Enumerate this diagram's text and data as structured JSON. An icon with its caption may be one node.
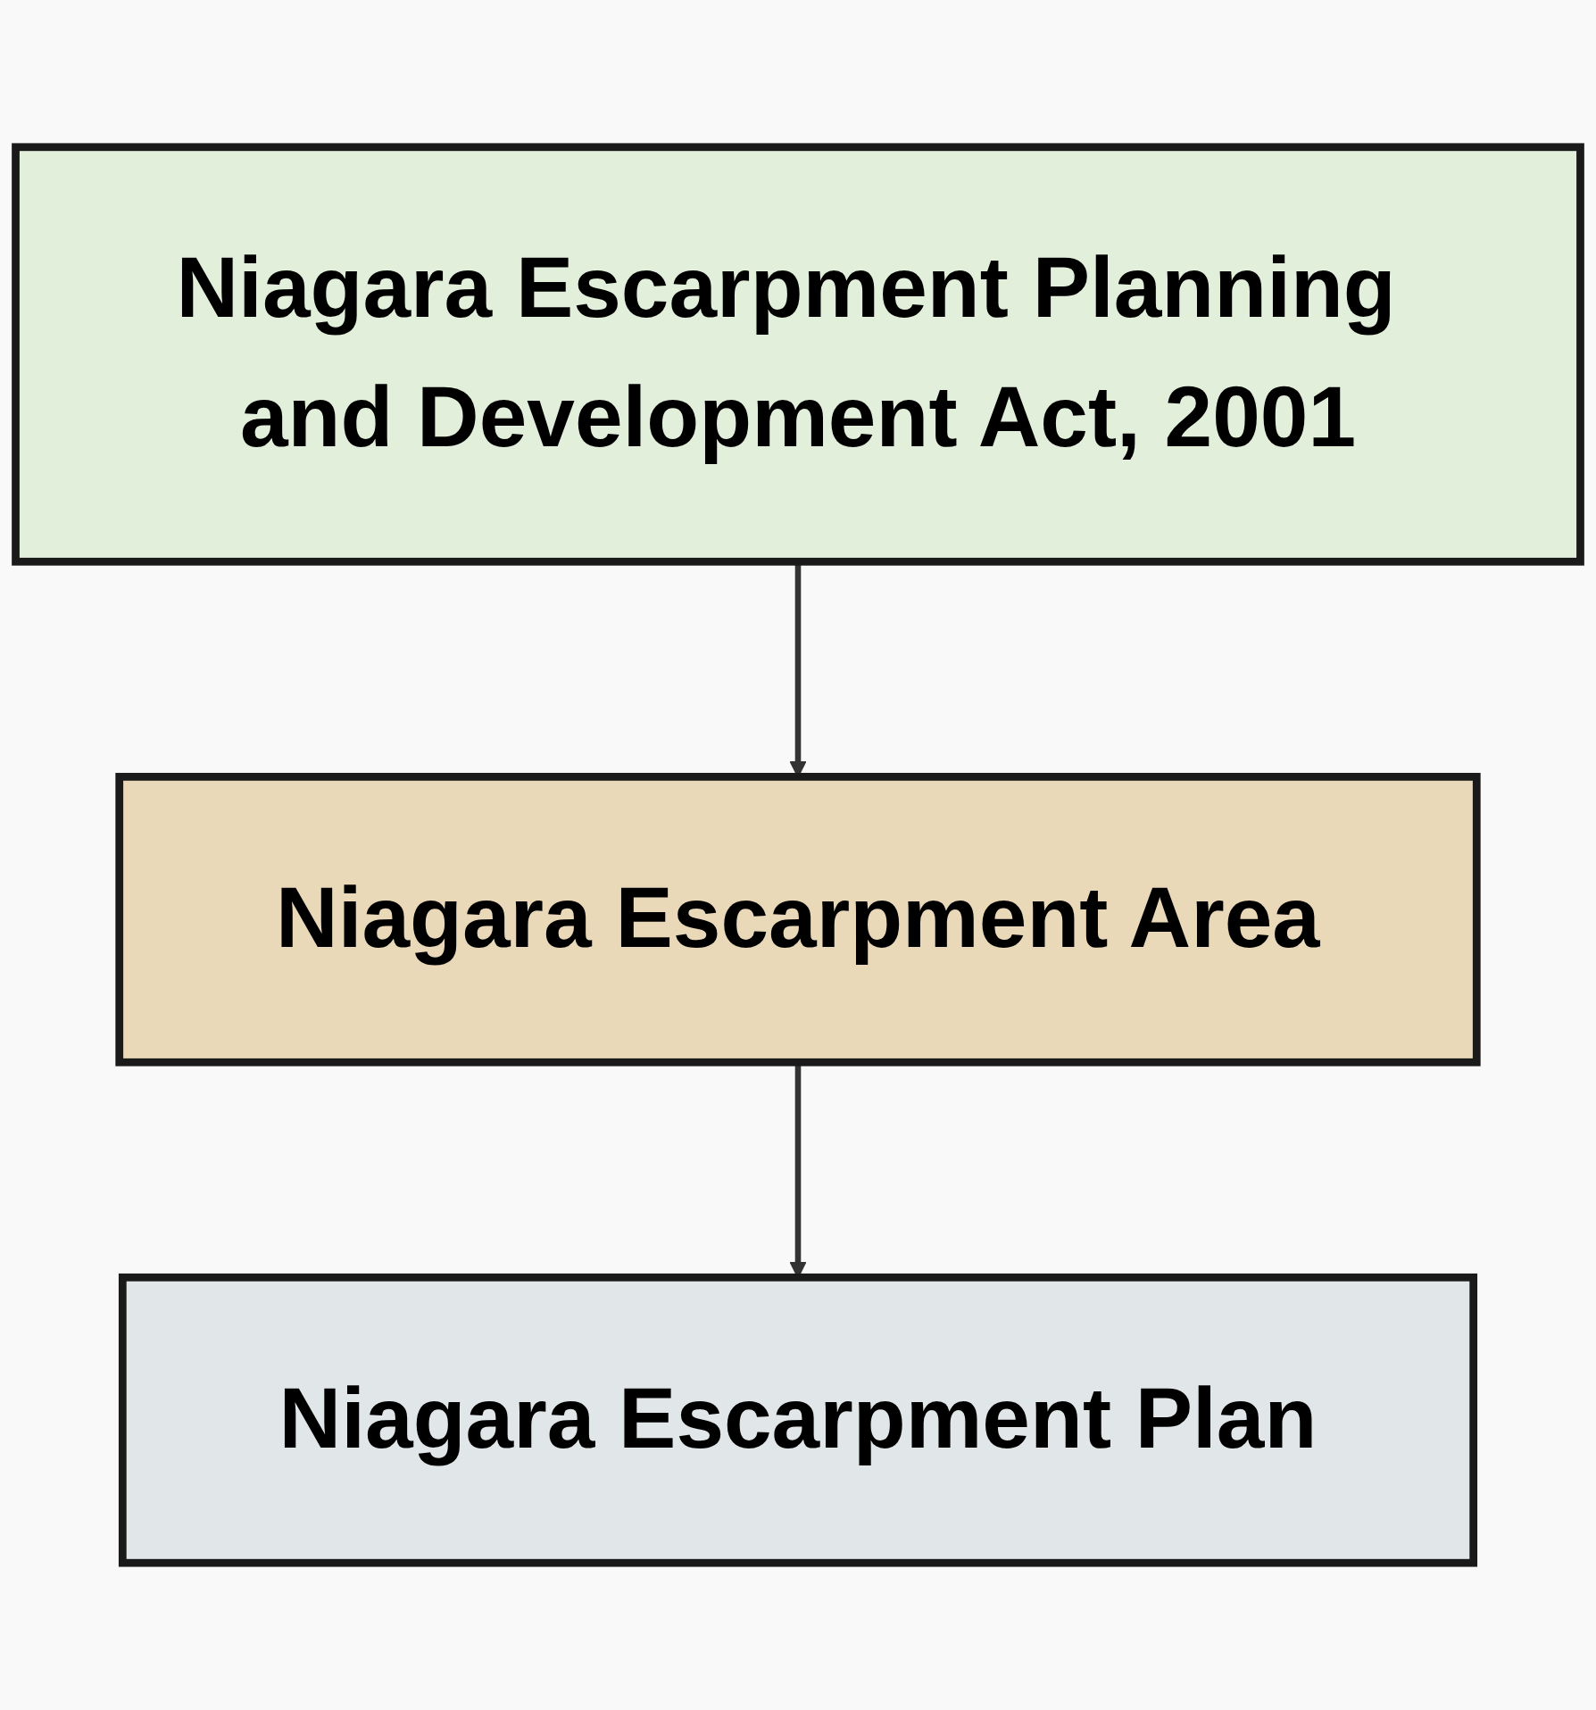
{
  "diagram": {
    "nodes": [
      {
        "text": [
          "Niagara Escarpment Planning and Development Act, 2001"
        ]
      },
      {
        "text": [
          "Niagara Escarpment Area"
        ]
      },
      {
        "text": [
          "Niagara Escarpment Plan"
        ]
      }
    ],
    "edges": [
      {
        "from": 0,
        "to": 1,
        "arrow": "to"
      },
      {
        "from": 1,
        "to": 2,
        "arrow": "to"
      }
    ]
  }
}
